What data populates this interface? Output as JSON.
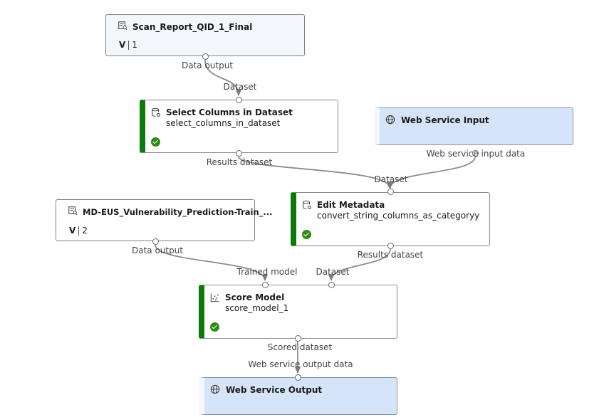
{
  "nodes": {
    "scan_report": {
      "title": "Scan_Report_QID_1_Final",
      "version_prefix": "V",
      "version": "1",
      "icon": "dataset-icon"
    },
    "select_columns": {
      "title": "Select Columns in Dataset",
      "subtitle": "select_columns_in_dataset",
      "status": "completed",
      "icon": "dataset-module-icon"
    },
    "web_service_input": {
      "title": "Web Service Input",
      "icon": "globe-icon"
    },
    "vuln_dataset": {
      "title": "MD-EUS_Vulnerability_Prediction-Train_...",
      "version_prefix": "V",
      "version": "2",
      "icon": "dataset-icon"
    },
    "edit_metadata": {
      "title": "Edit Metadata",
      "subtitle": "convert_string_columns_as_categoryy",
      "status": "completed",
      "icon": "dataset-module-icon"
    },
    "score_model": {
      "title": "Score Model",
      "subtitle": "score_model_1",
      "status": "completed",
      "icon": "score-scatter-icon"
    },
    "web_service_output": {
      "title": "Web Service Output",
      "icon": "globe-icon"
    }
  },
  "ports": {
    "scan_report_out": "Data output",
    "select_columns_in": "Dataset",
    "select_columns_out": "Results dataset",
    "web_service_input_out": "Web service input data",
    "edit_metadata_in": "Dataset",
    "edit_metadata_out": "Results dataset",
    "vuln_dataset_out": "Data output",
    "score_model_in_model": "Trained model",
    "score_model_in_data": "Dataset",
    "score_model_out": "Scored dataset",
    "web_service_output_in": "Web service output data"
  },
  "colors": {
    "module_accent": "#0b7a0b",
    "webservice_fill": "#d6e4f9",
    "dataset_fill": "#f3f7fb",
    "status_success": "#2e8b12",
    "wire": "#8c8c8c"
  }
}
